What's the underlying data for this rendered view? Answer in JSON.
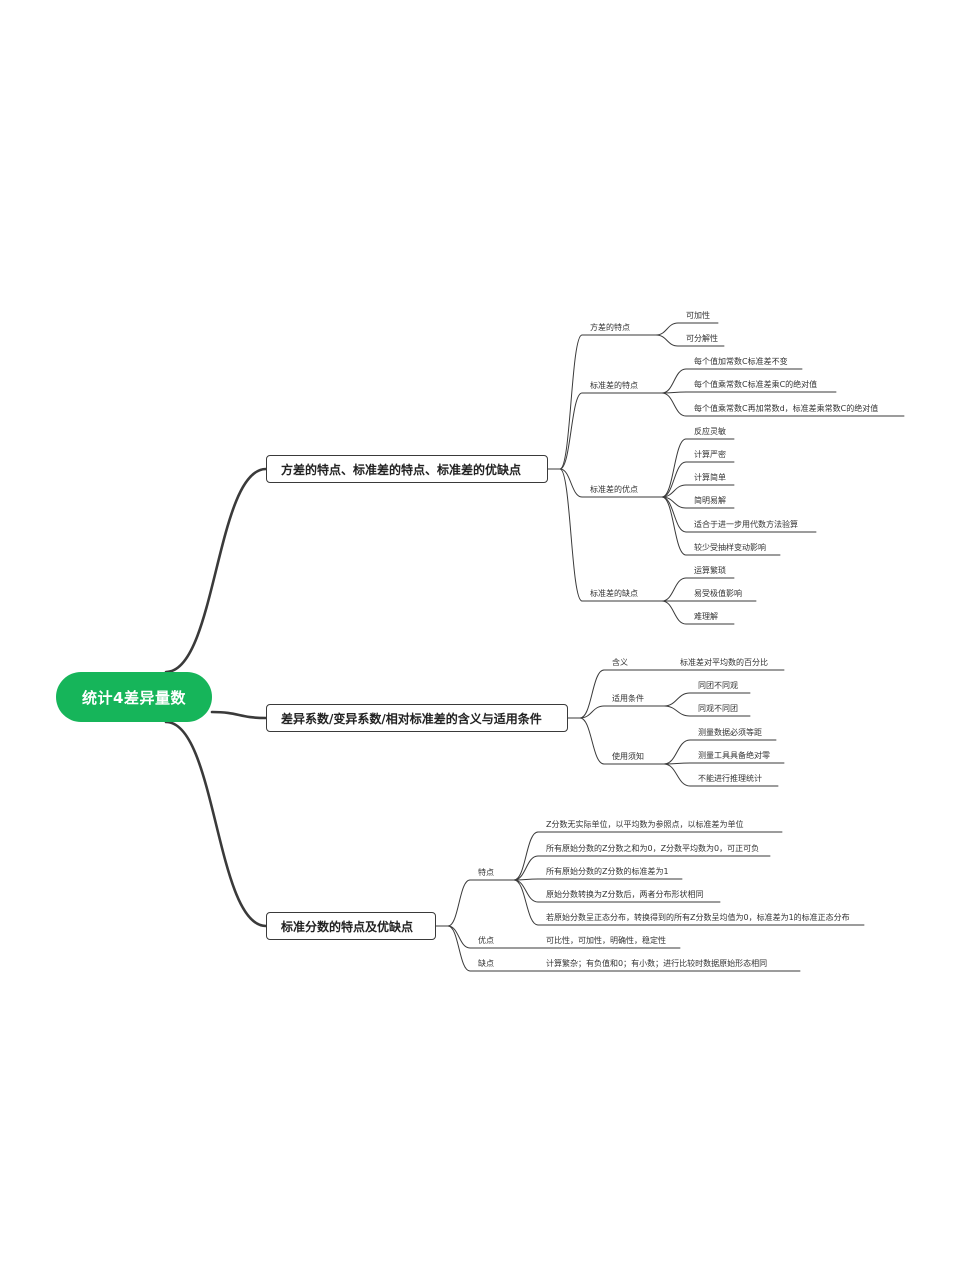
{
  "root": {
    "label": "统计4差异量数"
  },
  "branch1": {
    "title": "方差的特点、标准差的特点、标准差的优缺点",
    "variance_features": {
      "label": "方差的特点",
      "items": [
        "可加性",
        "可分解性"
      ]
    },
    "sd_features": {
      "label": "标准差的特点",
      "items": [
        "每个值加常数C标准差不变",
        "每个值乘常数C标准差乘C的绝对值",
        "每个值乘常数C再加常数d，标准差乘常数C的绝对值"
      ]
    },
    "sd_pros": {
      "label": "标准差的优点",
      "items": [
        "反应灵敏",
        "计算严密",
        "计算简单",
        "简明易解",
        "适合于进一步用代数方法验算",
        "较少受抽样变动影响"
      ]
    },
    "sd_cons": {
      "label": "标准差的缺点",
      "items": [
        "运算繁琐",
        "易受极值影响",
        "难理解"
      ]
    }
  },
  "branch2": {
    "title": "差异系数/变异系数/相对标准差的含义与适用条件",
    "meaning": {
      "label": "含义",
      "items": [
        "标准差对平均数的百分比"
      ]
    },
    "conditions": {
      "label": "适用条件",
      "items": [
        "同团不同观",
        "同观不同团"
      ]
    },
    "notes": {
      "label": "使用须知",
      "items": [
        "测量数据必须等距",
        "测量工具具备绝对零",
        "不能进行推理统计"
      ]
    }
  },
  "branch3": {
    "title": "标准分数的特点及优缺点",
    "features": {
      "label": "特点",
      "items": [
        "Z分数无实际单位，以平均数为参照点，以标准差为单位",
        "所有原始分数的Z分数之和为0，Z分数平均数为0，可正可负",
        "所有原始分数的Z分数的标准差为1",
        "原始分数转换为Z分数后，两者分布形状相同",
        "若原始分数呈正态分布，转换得到的所有Z分数呈均值为0，标准差为1的标准正态分布"
      ]
    },
    "pros": {
      "label": "优点",
      "items": [
        "可比性，可加性，明确性，稳定性"
      ]
    },
    "cons": {
      "label": "缺点",
      "items": [
        "计算繁杂；有负值和0；有小数；进行比较时数据原始形态相同"
      ]
    }
  }
}
